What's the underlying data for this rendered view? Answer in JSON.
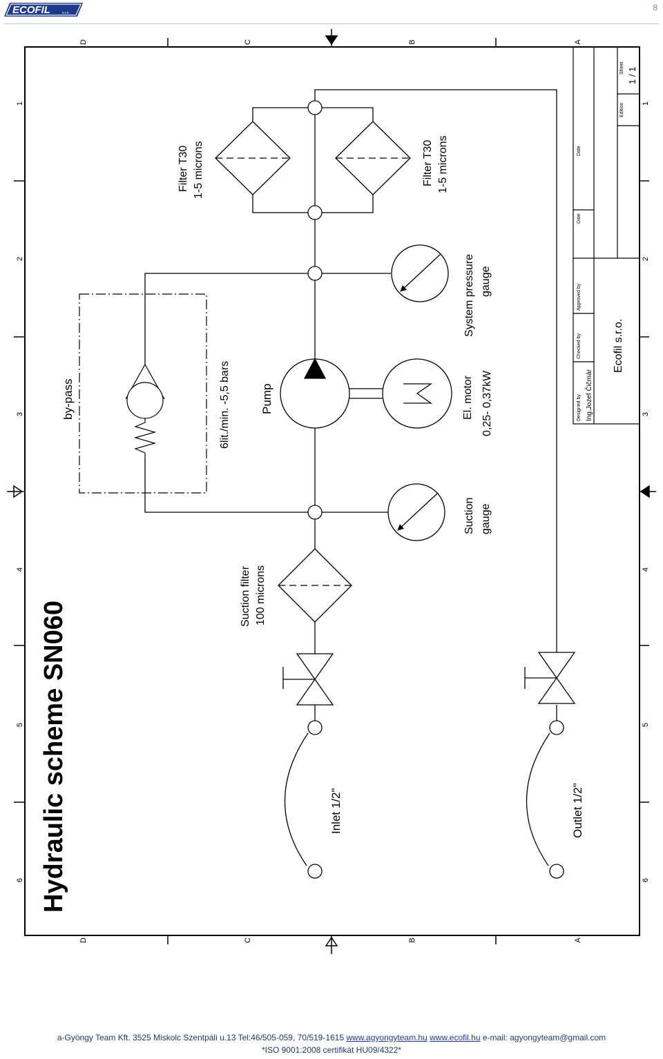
{
  "header": {
    "logo_text": "ECOFIL",
    "logo_suffix": "s.r.o.",
    "page_number": "8"
  },
  "drawing": {
    "title": "Hydraulic scheme SN060",
    "grid_letters": [
      "D",
      "C",
      "B",
      "A"
    ],
    "grid_numbers": [
      "1",
      "2",
      "3",
      "4",
      "5",
      "6"
    ],
    "labels": {
      "filter_left": [
        "Filter T30",
        "1-5 microns"
      ],
      "filter_right": [
        "Filter T30",
        "1-5 microns"
      ],
      "bypass": "by-pass",
      "bypass_setting": "6lit./min. -5,5 bars",
      "pump": "Pump",
      "motor": [
        "El. motor",
        "0,25- 0,37kW"
      ],
      "system_gauge": [
        "System pressure",
        "gauge"
      ],
      "suction_gauge": [
        "Suction",
        "gauge"
      ],
      "suction_filter": [
        "Suction filter",
        "100 microns"
      ],
      "inlet": "Inlet 1/2\"",
      "outlet": "Outlet 1/2\""
    },
    "title_block": {
      "designed_by_label": "Designed by",
      "designed_by": "Ing.Jozef Čičmár",
      "checked_by_label": "Checked by",
      "approved_by_label": "Approved by",
      "date_label": "Date",
      "date_label_2": "Date",
      "edition_label": "Edition",
      "sheet_label": "Sheet",
      "sheet_value": "1 / 1",
      "company": "Ecofil s.r.o."
    }
  },
  "footer": {
    "address": "a-Gyöngy Team Kft. 3525 Miskolc  Szentpáli u.13  Tel:46/505-059, 70/519-1615",
    "link1": "www.agyongyteam.hu",
    "link2": "www.ecofil.hu",
    "email_label": "e-mail:",
    "email": "agyongyteam@gmail.com",
    "iso": "*ISO 9001:2008  certifikát HU09/4322*"
  }
}
